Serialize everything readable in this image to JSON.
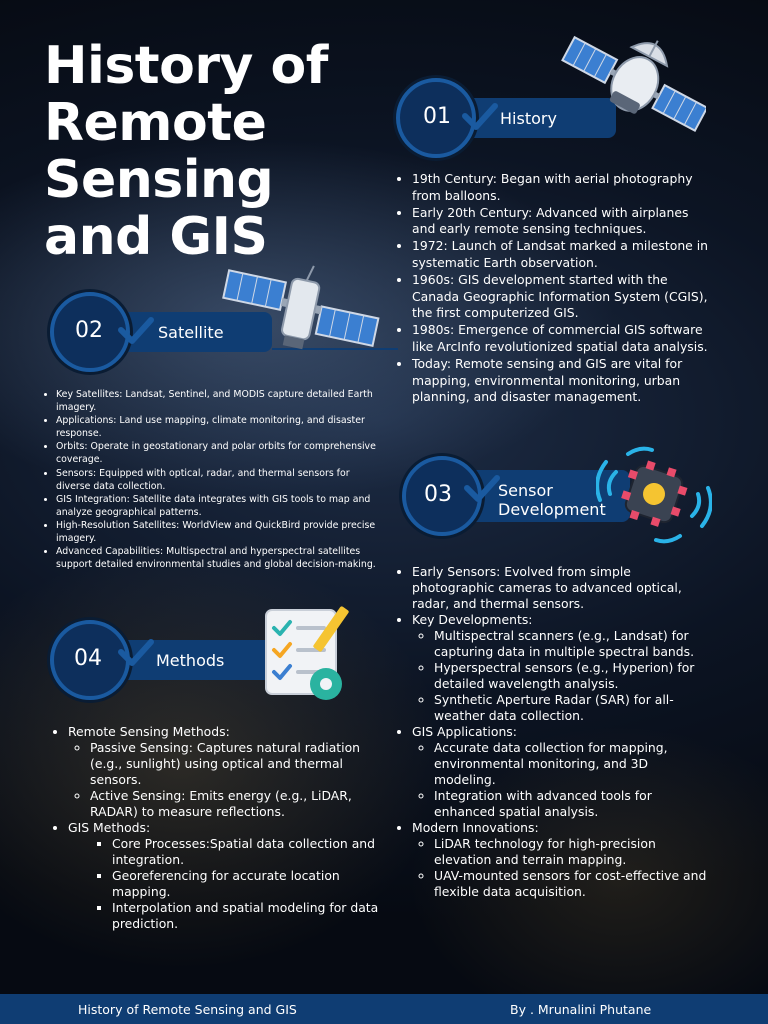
{
  "page_title": "History of Remote Sensing and GIS",
  "sections": {
    "history": {
      "number": "01",
      "label": "History",
      "items": [
        "19th Century: Began with aerial photography from balloons.",
        "Early 20th Century: Advanced with airplanes and early remote sensing techniques.",
        "1972: Launch of Landsat marked a milestone in systematic Earth observation.",
        "1960s: GIS development started with the Canada Geographic Information System (CGIS), the first computerized GIS.",
        "1980s: Emergence of commercial GIS software like ArcInfo revolutionized spatial data analysis.",
        "Today: Remote sensing and GIS are vital for mapping, environmental monitoring, urban planning, and disaster management."
      ]
    },
    "satellite": {
      "number": "02",
      "label": "Satellite",
      "items": [
        "Key Satellites: Landsat, Sentinel, and MODIS capture detailed Earth imagery.",
        "Applications: Land use mapping, climate monitoring, and disaster response.",
        "Orbits: Operate in geostationary and polar orbits for comprehensive coverage.",
        "Sensors: Equipped with optical, radar, and thermal sensors for diverse data collection.",
        "GIS Integration: Satellite data integrates with GIS tools to map and analyze geographical patterns.",
        "High-Resolution Satellites: WorldView and QuickBird provide precise imagery.",
        "Advanced Capabilities: Multispectral and hyperspectral satellites support detailed environmental studies and global decision-making."
      ]
    },
    "sensor": {
      "number": "03",
      "label_line1": "Sensor",
      "label_line2": "Development",
      "early": "Early Sensors: Evolved from simple photographic cameras to advanced optical, radar, and thermal sensors.",
      "key_title": "Key Developments:",
      "key_items": [
        "Multispectral scanners (e.g., Landsat) for capturing data in multiple spectral bands.",
        "Hyperspectral sensors (e.g., Hyperion) for detailed wavelength analysis.",
        "Synthetic Aperture Radar (SAR) for all-weather data collection."
      ],
      "gis_title": "GIS Applications:",
      "gis_items": [
        "Accurate data collection for mapping, environmental monitoring, and 3D modeling.",
        "Integration with advanced tools for enhanced spatial analysis."
      ],
      "modern_title": "Modern Innovations:",
      "modern_items": [
        "LiDAR technology for high-precision elevation and terrain mapping.",
        "UAV-mounted sensors for cost-effective and flexible data acquisition."
      ]
    },
    "methods": {
      "number": "04",
      "label": "Methods",
      "rs_title": "Remote Sensing Methods:",
      "rs_items": [
        "Passive Sensing: Captures natural radiation (e.g., sunlight) using optical and thermal sensors.",
        "Active Sensing: Emits energy (e.g., LiDAR, RADAR) to measure reflections."
      ],
      "gis_title": "GIS Methods:",
      "gis_items": [
        "Core Processes:Spatial data collection and integration.",
        "Georeferencing for accurate location mapping.",
        "Interpolation and spatial modeling for data prediction."
      ]
    }
  },
  "footer": {
    "left": "History of Remote Sensing and GIS",
    "right": "By . Mrunalini Phutane"
  },
  "colors": {
    "badge_bar": "#0f3d73",
    "badge_ring": "#1a5aa0",
    "check": "#1a5aa0",
    "footer": "#0f3d73"
  },
  "icons": [
    "satellite-icon",
    "satellite-dish-icon",
    "chip-signal-icon",
    "checklist-icon",
    "check-icon"
  ]
}
